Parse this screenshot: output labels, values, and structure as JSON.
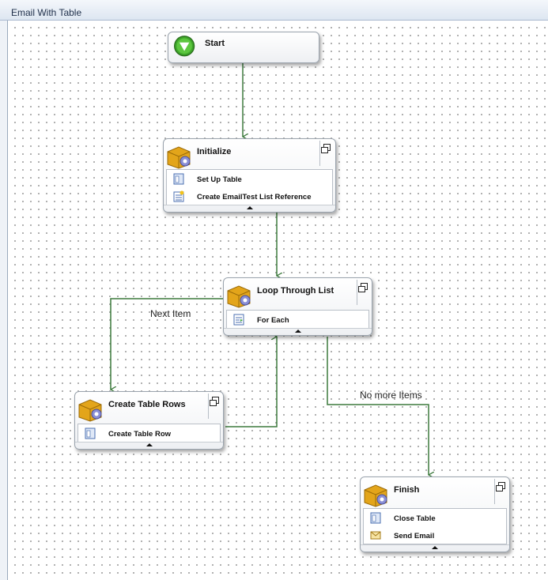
{
  "window": {
    "title": "Email With Table"
  },
  "nodes": {
    "start": {
      "title": "Start"
    },
    "initialize": {
      "title": "Initialize",
      "items": [
        "Set Up Table",
        "Create EmailTest List Reference"
      ]
    },
    "loop": {
      "title": "Loop Through List",
      "items": [
        "For Each"
      ]
    },
    "rows": {
      "title": "Create Table Rows",
      "items": [
        "Create Table Row"
      ]
    },
    "finish": {
      "title": "Finish",
      "items": [
        "Close Table",
        "Send Email"
      ]
    }
  },
  "connectors": {
    "next_item": "Next Item",
    "no_more_items": "No more Items"
  },
  "colors": {
    "connector": "#3d7a3d",
    "start_icon": "#3ea52a"
  }
}
